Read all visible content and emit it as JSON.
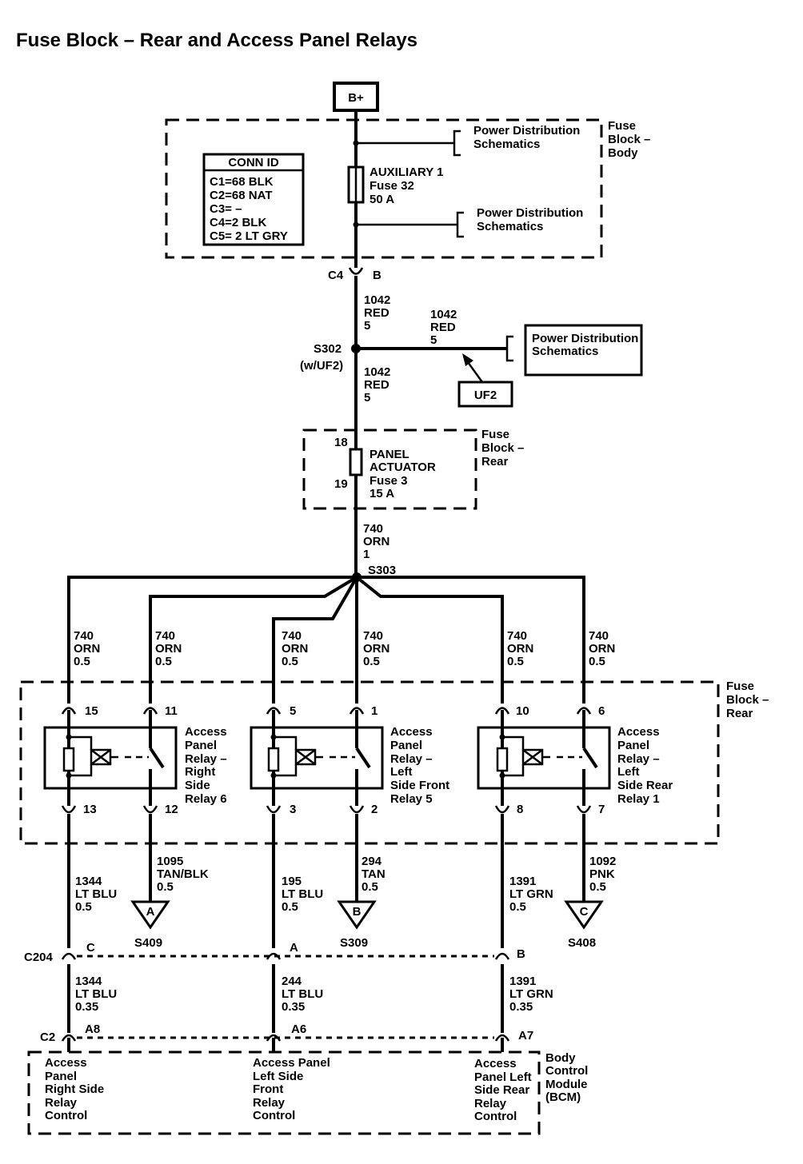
{
  "title": "Fuse Block – Rear and Access Panel Relays",
  "battery": "B+",
  "fuse_block_body": {
    "label": [
      "Fuse",
      "Block –",
      "Body"
    ]
  },
  "conn_id": {
    "header": "CONN ID",
    "rows": [
      "C1=68 BLK",
      "C2=68 NAT",
      "C3= –",
      "C4=2 BLK",
      "C5= 2 LT GRY"
    ]
  },
  "fuse_aux": {
    "name": "AUXILIARY 1",
    "fuse": "Fuse 32",
    "rating": "50 A"
  },
  "pds_top": [
    "Power Distribution",
    "Schematics"
  ],
  "pds_mid": [
    "Power Distribution",
    "Schematics"
  ],
  "pds_right": [
    "Power Distribution",
    "Schematics"
  ],
  "c4": {
    "conn": "C4",
    "pin": "B"
  },
  "wire_1042_a": [
    "1042",
    "RED",
    "5"
  ],
  "wire_1042_b": [
    "1042",
    "RED",
    "5"
  ],
  "wire_1042_c": [
    "1042",
    "RED",
    "5"
  ],
  "s302": {
    "name": "S302",
    "note": "(w/UF2)"
  },
  "uf2": "UF2",
  "fuse_block_rear_top": {
    "label": [
      "Fuse",
      "Block –",
      "Rear"
    ]
  },
  "fuse_panel": {
    "name": "PANEL",
    "name2": "ACTUATOR",
    "fuse": "Fuse 3",
    "rating": "15 A",
    "pin_in": "18",
    "pin_out": "19"
  },
  "wire_740_main": [
    "740",
    "ORN",
    "1"
  ],
  "s303": "S303",
  "wire_740_branch": [
    "740",
    "ORN",
    "0.5"
  ],
  "fuse_block_rear_mid": {
    "label": [
      "Fuse",
      "Block –",
      "Rear"
    ]
  },
  "relays": [
    {
      "name": [
        "Access",
        "Panel",
        "Relay –",
        "Right",
        "Side",
        "Relay 6"
      ],
      "pins": [
        "15",
        "11",
        "13",
        "12"
      ]
    },
    {
      "name": [
        "Access",
        "Panel",
        "Relay –",
        "Left",
        "Side Front",
        "Relay 5"
      ],
      "pins": [
        "5",
        "1",
        "3",
        "2"
      ]
    },
    {
      "name": [
        "Access",
        "Panel",
        "Relay –",
        "Left",
        "Side Rear",
        "Relay 1"
      ],
      "pins": [
        "10",
        "6",
        "8",
        "7"
      ]
    }
  ],
  "lower_wires": [
    [
      "1344",
      "LT BLU",
      "0.5"
    ],
    [
      "1095",
      "TAN/BLK",
      "0.5"
    ],
    [
      "195",
      "LT BLU",
      "0.5"
    ],
    [
      "294",
      "TAN",
      "0.5"
    ],
    [
      "1391",
      "LT GRN",
      "0.5"
    ],
    [
      "1092",
      "PNK",
      "0.5"
    ]
  ],
  "splices": [
    {
      "letter": "A",
      "name": "S409"
    },
    {
      "letter": "B",
      "name": "S309"
    },
    {
      "letter": "C",
      "name": "S408"
    }
  ],
  "c204": {
    "conn": "C204",
    "pins": [
      "C",
      "A",
      "B"
    ]
  },
  "bcm_wires": [
    [
      "1344",
      "LT BLU",
      "0.35"
    ],
    [
      "244",
      "LT BLU",
      "0.35"
    ],
    [
      "1391",
      "LT GRN",
      "0.35"
    ]
  ],
  "c2": {
    "conn": "C2",
    "pins": [
      "A8",
      "A6",
      "A7"
    ]
  },
  "bcm": {
    "label": [
      "Body",
      "Control",
      "Module",
      "(BCM)"
    ],
    "controls": [
      [
        "Access",
        "Panel",
        "Right Side",
        "Relay",
        "Control"
      ],
      [
        "Access Panel",
        "Left Side",
        "Front",
        "Relay",
        "Control"
      ],
      [
        "Access",
        "Panel Left",
        "Side Rear",
        "Relay",
        "Control"
      ]
    ]
  }
}
